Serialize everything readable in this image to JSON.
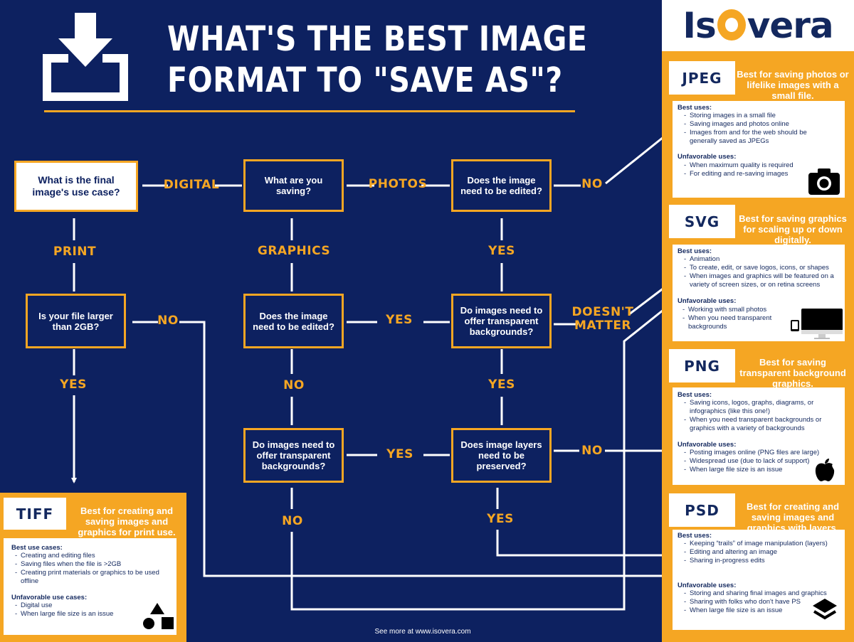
{
  "title_line1": "WHAT'S THE BEST IMAGE",
  "title_line2": "FORMAT TO \"SAVE AS\"?",
  "logo": "Isovera",
  "footer": "See more at www.isovera.com",
  "colors": {
    "navy": "#0d2160",
    "orange": "#f5a623",
    "white": "#ffffff"
  },
  "icons": [
    "download-icon",
    "camera-icon",
    "monitor-icon",
    "phone-icon",
    "apple-logo-icon",
    "layers-icon",
    "shapes-icon"
  ],
  "nodes": {
    "use_case": "What is the final image's use case?",
    "what_saving": "What are you saving?",
    "edit_q1": "Does the image need to be edited?",
    "file_large": "Is your file larger than 2GB?",
    "edit_q2": "Does the image need to be edited?",
    "transparent_q1": "Do images need to offer transparent backgrounds?",
    "transparent_q2": "Do images need to offer transparent backgrounds?",
    "layers_q": "Does image layers need to be preserved?"
  },
  "labels": {
    "digital": "DIGITAL",
    "photos": "PHOTOS",
    "no_photo_edit": "NO",
    "print": "PRINT",
    "graphics": "GRAPHICS",
    "yes_photo_edit": "YES",
    "no_large": "NO",
    "yes_graphics_edit": "YES",
    "doesnt_matter_1": "DOESN'T",
    "doesnt_matter_2": "MATTER",
    "yes_large": "YES",
    "no_graphics_edit": "NO",
    "yes_transparent": "YES",
    "yes_transparent2": "YES",
    "no_layers": "NO",
    "no_transparent2": "NO",
    "yes_layers": "YES"
  },
  "formats": {
    "jpeg": {
      "name": "JPEG",
      "tagline": "Best for saving photos or lifelike images with a small file.",
      "best_head": "Best uses:",
      "best": [
        "Storing images in a small file",
        "Saving images and photos online",
        "Images from and for the web should be generally saved as JPEGs"
      ],
      "unf_head": "Unfavorable uses:",
      "unf": [
        "When maximum quality is required",
        "For editing and re-saving images"
      ]
    },
    "svg": {
      "name": "SVG",
      "tagline": "Best for saving graphics for scaling up or down digitally.",
      "best_head": "Best uses:",
      "best": [
        "Animation",
        "To create, edit, or save logos, icons, or shapes",
        "When images and graphics will be featured on a variety of screen sizes, or on retina screens"
      ],
      "unf_head": "Unfavorable uses:",
      "unf": [
        "Working with small photos",
        "When you need transparent backgrounds"
      ]
    },
    "png": {
      "name": "PNG",
      "tagline": "Best for saving transparent background graphics.",
      "best_head": "Best uses:",
      "best": [
        "Saving icons, logos, graphs, diagrams, or infographics (like this one!)",
        "When you need transparent backgrounds or graphics with a variety of backgrounds"
      ],
      "unf_head": "Unfavorable uses:",
      "unf": [
        "Posting images online (PNG files are large)",
        "Widespread use (due to lack of support)",
        "When large file size is an issue"
      ]
    },
    "psd": {
      "name": "PSD",
      "tagline": "Best for creating and saving images and graphics with layers.",
      "best_head": "Best uses:",
      "best": [
        "Keeping “trails” of image manipulation (layers)",
        "Editing and altering an image",
        "Sharing in-progress edits"
      ],
      "unf_head": "Unfavorable uses:",
      "unf": [
        "Storing and sharing final images and graphics",
        "Sharing with folks who don't have PS",
        "When large file size is an issue"
      ]
    },
    "tiff": {
      "name": "TIFF",
      "tagline": "Best for creating and saving images and graphics for print use.",
      "best_head": "Best use cases:",
      "best": [
        "Creating and editing files",
        "Saving files when the file is >2GB",
        "Creating print materials or graphics to be used offline"
      ],
      "unf_head": "Unfavorable use cases:",
      "unf": [
        "Digital use",
        "When large file size is an issue"
      ]
    }
  }
}
